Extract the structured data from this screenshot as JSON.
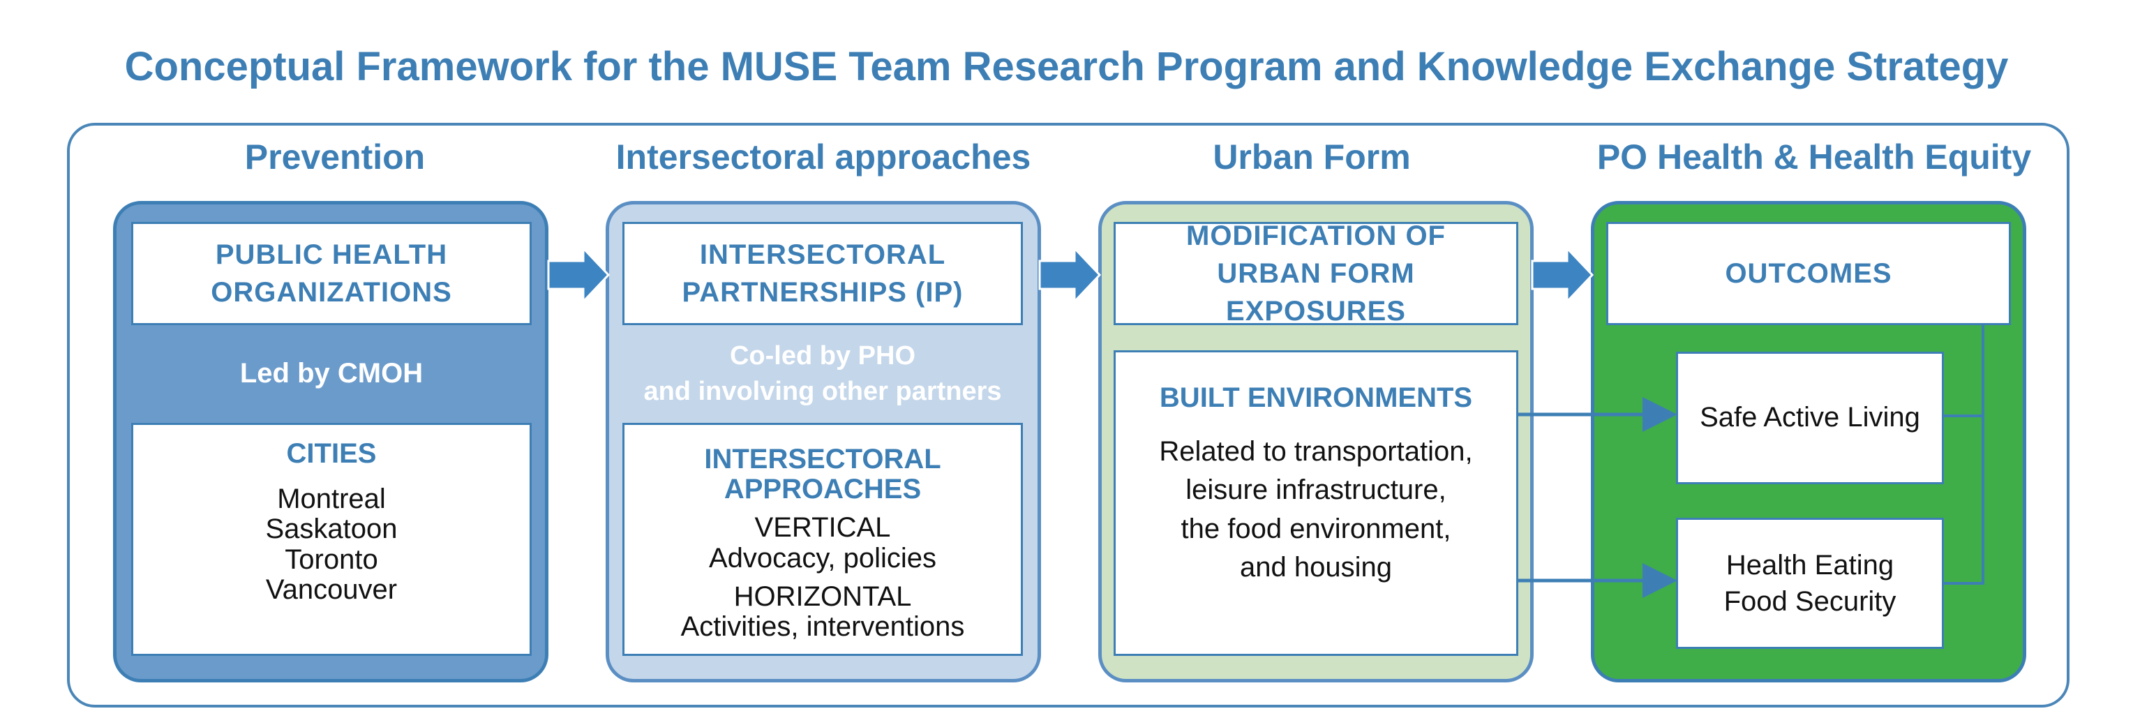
{
  "title": "Conceptual Framework for the MUSE Team Research Program and Knowledge Exchange Strategy",
  "colors": {
    "blue_text": "#3d7fb5",
    "prevention_panel": "#6a9bcb",
    "intersectoral_panel": "#c4d6ea",
    "urban_panel": "#cfe2c4",
    "outcomes_panel": "#3fae48",
    "arrow": "#3d84c3"
  },
  "columns": {
    "prevention": {
      "header": "Prevention",
      "box_title": "PUBLIC HEALTH ORGANIZATIONS",
      "band": "Led by CMOH",
      "sub_title": "CITIES",
      "cities": [
        "Montreal",
        "Saskatoon",
        "Toronto",
        "Vancouver"
      ]
    },
    "intersectoral": {
      "header": "Intersectoral approaches",
      "box_title": "INTERSECTORAL PARTNERSHIPS (IP)",
      "band_line1": "Co-led by PHO",
      "band_line2": "and involving other partners",
      "sub_title": "INTERSECTORAL APPROACHES",
      "vertical_label": "VERTICAL",
      "vertical_text": "Advocacy, policies",
      "horizontal_label": "HORIZONTAL",
      "horizontal_text": "Activities, interventions"
    },
    "urban": {
      "header": "Urban Form",
      "box_title": "MODIFICATION OF URBAN FORM EXPOSURES",
      "sub_title": "BUILT ENVIRONMENTS",
      "lines": [
        "Related to transportation,",
        "leisure infrastructure,",
        "the food environment,",
        "and housing"
      ]
    },
    "outcomes": {
      "header": "PO Health & Health Equity",
      "box_title": "OUTCOMES",
      "outcome1": "Safe Active Living",
      "outcome2_line1": "Health Eating",
      "outcome2_line2": "Food Security"
    }
  }
}
